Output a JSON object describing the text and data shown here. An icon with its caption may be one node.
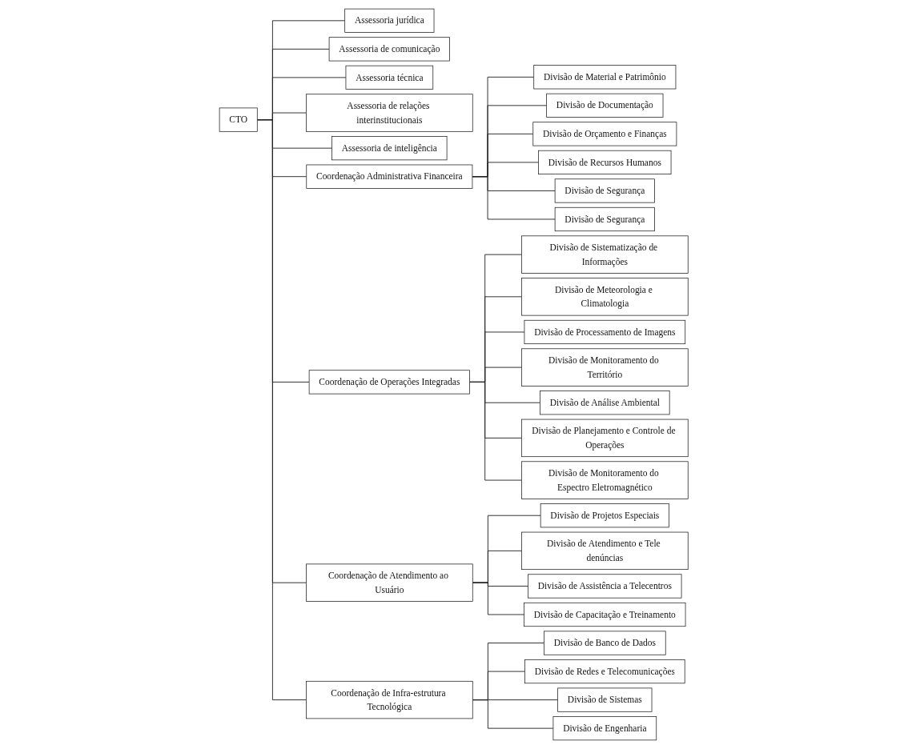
{
  "diagram": {
    "nodes": [
      {
        "text": [
          "CTO"
        ]
      },
      {
        "text": [
          "Assessoria jurídica"
        ]
      },
      {
        "text": [
          "Assessoria de comunicação"
        ]
      },
      {
        "text": [
          "Assessoria técnica"
        ]
      },
      {
        "text": [
          "Assessoria de relações interinstitucionais"
        ]
      },
      {
        "text": [
          "Assessoria de inteligência"
        ]
      },
      {
        "text": [
          "Coordenação Administrativa Financeira"
        ]
      },
      {
        "text": [
          "Coordenação de Operações Integradas"
        ]
      },
      {
        "text": [
          "Coordenação de Atendimento ao Usuário"
        ]
      },
      {
        "text": [
          "Coordenação de Infra-estrutura Tecnológica"
        ]
      },
      {
        "text": [
          "Divisão de Material e Patrimônio"
        ]
      },
      {
        "text": [
          "Divisão de Documentação"
        ]
      },
      {
        "text": [
          "Divisão de Orçamento e Finanças"
        ]
      },
      {
        "text": [
          "Divisão de Recursos Humanos"
        ]
      },
      {
        "text": [
          "Divisão de Segurança"
        ]
      },
      {
        "text": [
          "Divisão de Segurança"
        ]
      },
      {
        "text": [
          "Divisão de Sistematização de Informações"
        ]
      },
      {
        "text": [
          "Divisão de Meteorologia e Climatologia"
        ]
      },
      {
        "text": [
          "Divisão de Processamento de Imagens"
        ]
      },
      {
        "text": [
          "Divisão de Monitoramento do Território"
        ]
      },
      {
        "text": [
          "Divisão de Análise Ambiental"
        ]
      },
      {
        "text": [
          "Divisão de Planejamento e Controle de Operações"
        ]
      },
      {
        "text": [
          "Divisão de Monitoramento do Espectro Eletromagnético"
        ]
      },
      {
        "text": [
          "Divisão de Projetos Especiais"
        ]
      },
      {
        "text": [
          "Divisão de Atendimento e Tele denúncias"
        ]
      },
      {
        "text": [
          "Divisão de Assistência a Telecentros"
        ]
      },
      {
        "text": [
          "Divisão de Capacitação e Treinamento"
        ]
      },
      {
        "text": [
          "Divisão de Banco de Dados"
        ]
      },
      {
        "text": [
          "Divisão de Redes e Telecomunicações"
        ]
      },
      {
        "text": [
          "Divisão de Sistemas"
        ]
      },
      {
        "text": [
          "Divisão de Engenharia"
        ]
      }
    ],
    "edges": [
      {
        "from": 0,
        "to": 1,
        "arrow": "none"
      },
      {
        "from": 0,
        "to": 2,
        "arrow": "none"
      },
      {
        "from": 0,
        "to": 3,
        "arrow": "none"
      },
      {
        "from": 0,
        "to": 4,
        "arrow": "none"
      },
      {
        "from": 0,
        "to": 5,
        "arrow": "none"
      },
      {
        "from": 0,
        "to": 6,
        "arrow": "none"
      },
      {
        "from": 0,
        "to": 7,
        "arrow": "none"
      },
      {
        "from": 0,
        "to": 8,
        "arrow": "none"
      },
      {
        "from": 0,
        "to": 9,
        "arrow": "none"
      },
      {
        "from": 6,
        "to": 10,
        "arrow": "none"
      },
      {
        "from": 6,
        "to": 11,
        "arrow": "none"
      },
      {
        "from": 6,
        "to": 12,
        "arrow": "none"
      },
      {
        "from": 6,
        "to": 13,
        "arrow": "none"
      },
      {
        "from": 6,
        "to": 14,
        "arrow": "none"
      },
      {
        "from": 6,
        "to": 15,
        "arrow": "none"
      },
      {
        "from": 7,
        "to": 16,
        "arrow": "none"
      },
      {
        "from": 7,
        "to": 17,
        "arrow": "none"
      },
      {
        "from": 7,
        "to": 18,
        "arrow": "none"
      },
      {
        "from": 7,
        "to": 19,
        "arrow": "none"
      },
      {
        "from": 7,
        "to": 20,
        "arrow": "none"
      },
      {
        "from": 7,
        "to": 21,
        "arrow": "none"
      },
      {
        "from": 7,
        "to": 22,
        "arrow": "none"
      },
      {
        "from": 8,
        "to": 23,
        "arrow": "none"
      },
      {
        "from": 8,
        "to": 24,
        "arrow": "none"
      },
      {
        "from": 8,
        "to": 25,
        "arrow": "none"
      },
      {
        "from": 8,
        "to": 26,
        "arrow": "none"
      },
      {
        "from": 9,
        "to": 27,
        "arrow": "none"
      },
      {
        "from": 9,
        "to": 28,
        "arrow": "none"
      },
      {
        "from": 9,
        "to": 29,
        "arrow": "none"
      },
      {
        "from": 9,
        "to": 30,
        "arrow": "none"
      }
    ]
  }
}
